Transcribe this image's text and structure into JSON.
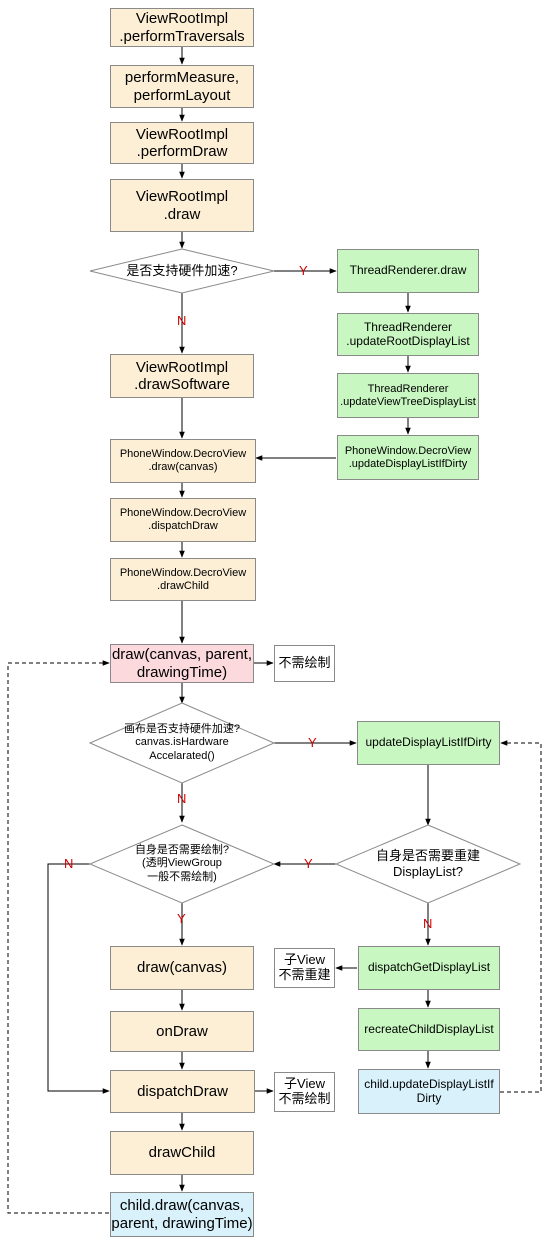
{
  "nodes": {
    "vri_perform_traversals": "ViewRootImpl\n.performTraversals",
    "perform_measure_layout": "performMeasure,\nperformLayout",
    "vri_perform_draw": "ViewRootImpl\n.performDraw",
    "vri_draw": "ViewRootImpl\n.draw",
    "hw_accel_decision": "是否支持硬件加速?",
    "thread_renderer_draw": "ThreadRenderer.draw",
    "thread_renderer_update_root": "ThreadRenderer\n.updateRootDisplayList",
    "thread_renderer_update_viewtree": "ThreadRenderer\n.updateViewTreeDisplayList",
    "decorview_update_if_dirty": "PhoneWindow.DecroView\n.updateDisplayListIfDirty",
    "vri_draw_software": "ViewRootImpl\n.drawSoftware",
    "decorview_draw_canvas": "PhoneWindow.DecroView\n.draw(canvas)",
    "decorview_dispatch_draw": "PhoneWindow.DecroView\n.dispatchDraw",
    "decorview_draw_child": "PhoneWindow.DecroView\n.drawChild",
    "draw_canvas_parent_time": "draw(canvas, parent,\ndrawingTime)",
    "no_need_draw": "不需绘制",
    "canvas_hw_decision": "画布是否支持硬件加速?\ncanvas.isHardware\nAccelarated()",
    "update_display_list_if_dirty": "updateDisplayListIfDirty",
    "need_rebuild_decision": "自身是否需要重建\nDisplayList?",
    "self_need_draw_decision": "自身是否需要绘制?\n(透明ViewGroup\n一般不需绘制)",
    "draw_canvas": "draw(canvas)",
    "on_draw": "onDraw",
    "dispatch_draw": "dispatchDraw",
    "draw_child": "drawChild",
    "child_draw": "child.draw(canvas,\nparent, drawingTime)",
    "child_view_no_rebuild": "子View\n不需重建",
    "dispatch_get_display_list": "dispatchGetDisplayList",
    "recreate_child_display_list": "recreateChildDisplayList",
    "child_update_display_list": "child.updateDisplayListIf\nDirty",
    "child_view_no_draw": "子View\n不需绘制"
  },
  "edge_labels": {
    "yes": "Y",
    "no": "N"
  },
  "colors": {
    "cream": "#fdefd6",
    "green": "#c9f7c2",
    "pink": "#fbd9dd",
    "blue": "#d9f1fb",
    "label_red": "#d00000"
  }
}
